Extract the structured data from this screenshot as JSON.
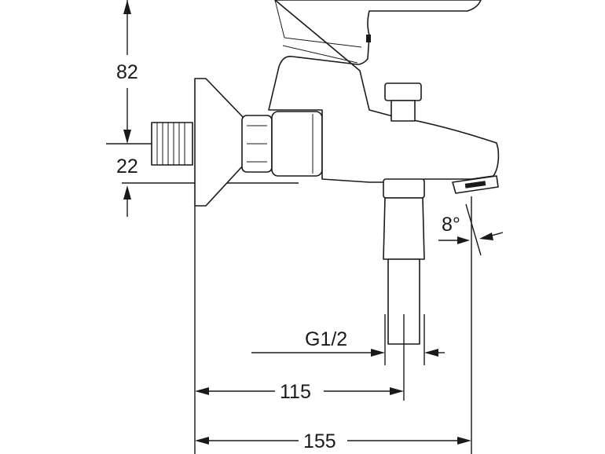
{
  "drawing": {
    "dimensions": {
      "height_upper": "82",
      "height_lower": "22",
      "spout_angle": "8°",
      "thread": "G1/2",
      "offset_outlet": "115",
      "overall_length": "155"
    }
  }
}
